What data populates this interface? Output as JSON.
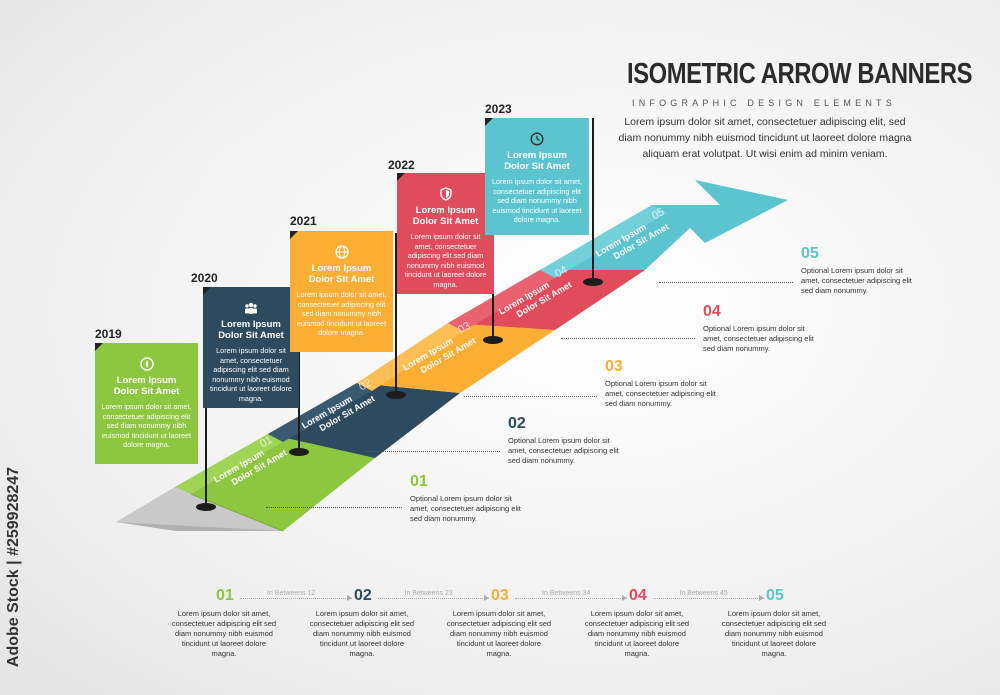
{
  "header": {
    "title": "ISOMETRIC ARROW BANNERS",
    "subtitle": "INFOGRAPHIC DESIGN ELEMENTS",
    "intro": "Lorem ipsum dolor sit amet, consectetuer adipiscing elit, sed diam nonummy nibh euismod tincidunt ut laoreet dolore magna aliquam erat volutpat. Ut wisi enim ad minim veniam."
  },
  "watermark": "Adobe Stock | #259928247",
  "colors": {
    "green": "#8dc63f",
    "navy": "#2d4a5e",
    "orange": "#fbae34",
    "red": "#e04c5b",
    "teal": "#5bc4cf",
    "gray": "#bdbdbd"
  },
  "flags": [
    {
      "year": "2019",
      "title_1": "Lorem Ipsum",
      "title_2": "Dolor Sit Amet",
      "body": "Lorem ipsum dolor sit amet, consectetuer adipiscing elit sed diam nonummy nibh euismod tincidunt ut laoreet dolore magna.",
      "icon": "compass-icon",
      "color": "#8dc63f"
    },
    {
      "year": "2020",
      "title_1": "Lorem Ipsum",
      "title_2": "Dolor Sit Amet",
      "body": "Lorem ipsum dolor sit amet, consectetuer adipiscing elit sed diam nonummy nibh euismod tincidunt ut laoreet dolore magna.",
      "icon": "people-icon",
      "color": "#2d4a5e"
    },
    {
      "year": "2021",
      "title_1": "Lorem Ipsum",
      "title_2": "Dolor Sit Amet",
      "body": "Lorem ipsum dolor sit amet, consectetuer adipiscing elit sed diam nonummy nibh euismod tincidunt ut laoreet dolore magna.",
      "icon": "globe-icon",
      "color": "#fbae34"
    },
    {
      "year": "2022",
      "title_1": "Lorem Ipsum",
      "title_2": "Dolor Sit Amet",
      "body": "Lorem ipsum dolor sit amet, consectetuer adipiscing elit sed diam nonummy nibh euismod tincidunt ut laoreet dolore magna.",
      "icon": "shield-icon",
      "color": "#e04c5b"
    },
    {
      "year": "2023",
      "title_1": "Lorem Ipsum",
      "title_2": "Dolor Sit Amet",
      "body": "Lorem ipsum dolor sit amet, consectetuer adipiscing elit sed diam nonummy nibh euismod tincidunt ut laoreet dolore magna.",
      "icon": "clock-icon",
      "color": "#5bc4cf"
    }
  ],
  "arrow_segments": [
    {
      "num": "01",
      "label_1": "Lorem Ipsum",
      "label_2": "Dolor Sit Amet"
    },
    {
      "num": "02",
      "label_1": "Lorem Ipsum",
      "label_2": "Dolor Sit Amet"
    },
    {
      "num": "03",
      "label_1": "Lorem Ipsum",
      "label_2": "Dolor Sit Amet"
    },
    {
      "num": "04",
      "label_1": "Lorem Ipsum",
      "label_2": "Dolor Sit Amet"
    },
    {
      "num": "05",
      "label_1": "Lorem Ipsum",
      "label_2": "Dolor Sit Amet"
    }
  ],
  "callouts": [
    {
      "num": "01",
      "text": "Optional Lorem ipsum dolor sit amet, consectetuer adipiscing elit sed diam nonummy.",
      "color": "#8dc63f"
    },
    {
      "num": "02",
      "text": "Optional Lorem ipsum dolor sit amet, consectetuer adipiscing elit sed diam nonummy.",
      "color": "#2d4a5e"
    },
    {
      "num": "03",
      "text": "Optional Lorem ipsum dolor sit amet, consectetuer adipiscing elit sed diam nonummy.",
      "color": "#fbae34"
    },
    {
      "num": "04",
      "text": "Optional Lorem ipsum dolor sit amet, consectetuer adipiscing elit sed diam nonummy.",
      "color": "#e04c5b"
    },
    {
      "num": "05",
      "text": "Optional Lorem ipsum dolor sit amet, consectetuer adipiscing elit sed diam nonummy.",
      "color": "#5bc4cf"
    }
  ],
  "bottom": {
    "steps": [
      {
        "num": "01",
        "text": "Lorem ipsum dolor sit amet, consectetuer adipiscing elit sed diam nonummy nibh euismod tincidunt ut laoreet dolore magna.",
        "color": "#8dc63f"
      },
      {
        "num": "02",
        "text": "Lorem ipsum dolor sit amet, consectetuer adipiscing elit sed diam nonummy nibh euismod tincidunt ut laoreet dolore magna.",
        "color": "#2d4a5e"
      },
      {
        "num": "03",
        "text": "Lorem ipsum dolor sit amet, consectetuer adipiscing elit sed diam nonummy nibh euismod tincidunt ut laoreet dolore magna.",
        "color": "#fbae34"
      },
      {
        "num": "04",
        "text": "Lorem ipsum dolor sit amet, consectetuer adipiscing elit sed diam nonummy nibh euismod tincidunt ut laoreet dolore magna.",
        "color": "#e04c5b"
      },
      {
        "num": "05",
        "text": "Lorem ipsum dolor sit amet, consectetuer adipiscing elit sed diam nonummy nibh euismod tincidunt ut laoreet dolore magna.",
        "color": "#5bc4cf"
      }
    ],
    "betweens": [
      "In Betweens 12",
      "In Betweens 23",
      "In Betweens 34",
      "In Betweens 45"
    ]
  }
}
